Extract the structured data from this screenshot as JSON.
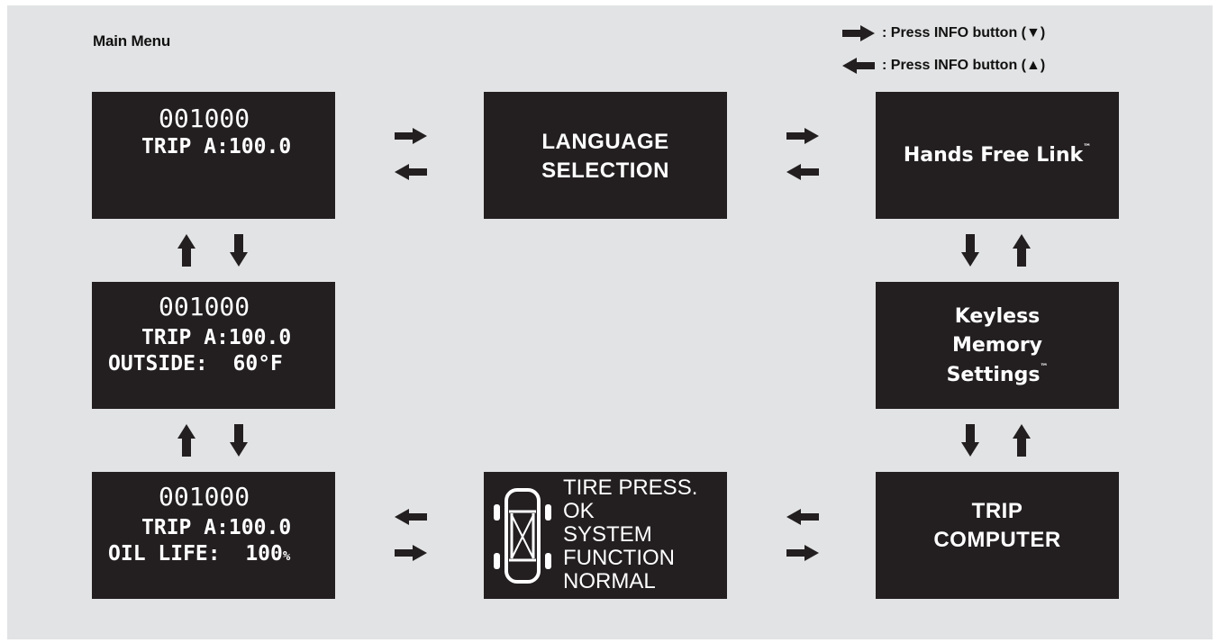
{
  "diagram": {
    "title": "Main Menu",
    "legend": [
      {
        "icon": "right-arrow-icon",
        "text": ": Press INFO button (▼)"
      },
      {
        "icon": "left-arrow-icon",
        "text": ": Press INFO button (▲)"
      }
    ],
    "screens": {
      "odometer_trip": {
        "odometer": "001000",
        "trip": "TRIP A:100.0"
      },
      "language": {
        "line1": "LANGUAGE",
        "line2": "SELECTION"
      },
      "hfl": {
        "text": "Hands Free Link",
        "tm": "™"
      },
      "outside_temp": {
        "odometer": "001000",
        "trip": "TRIP A:100.0",
        "outside_label": "OUTSIDE:",
        "outside_value": "60",
        "outside_unit": "°F"
      },
      "keyless": {
        "line1": "Keyless",
        "line2": "Memory",
        "line3": "Settings",
        "tm": "™"
      },
      "oil_life": {
        "odometer": "001000",
        "trip": "TRIP A:100.0",
        "oil_label": "OIL LIFE:",
        "oil_value": "100",
        "oil_unit": "%"
      },
      "tire": {
        "line1": "TIRE PRESS.",
        "line2": "OK",
        "line3": "SYSTEM",
        "line4": "FUNCTION",
        "line5": "NORMAL"
      },
      "trip_computer": {
        "line1": "TRIP",
        "line2": "COMPUTER"
      }
    },
    "colors": {
      "background": "#e2e3e4",
      "screen": "#231f20",
      "arrow": "#231f20",
      "text": "#ffffff"
    }
  }
}
